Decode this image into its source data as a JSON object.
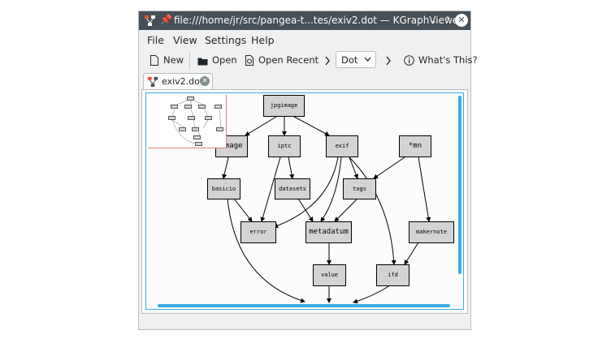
{
  "window": {
    "title": "file:///home/jr/src/pangea-t...tes/exiv2.dot — KGraphViewer",
    "minimize_symbol": "⌄",
    "maximize_symbol": "⌃",
    "close_symbol": "✕"
  },
  "menu": {
    "file": "File",
    "view": "View",
    "settings": "Settings",
    "help": "Help"
  },
  "toolbar": {
    "new_label": "New",
    "open_label": "Open",
    "open_recent_label": "Open Recent",
    "layout_value": "Dot",
    "whats_this_label": "What's This?"
  },
  "tabs": [
    {
      "label": "exiv2.dot"
    }
  ],
  "graph": {
    "nodes": {
      "jpgimage": "jpgimage",
      "image": "image",
      "iptc": "iptc",
      "exif": "exif",
      "mn": "*mn",
      "basicio": "basicio",
      "datasets": "datasets",
      "tags": "tags",
      "error": "error",
      "metadatum": "metadatum",
      "makernote": "makernote",
      "value": "value",
      "ifd": "ifd"
    }
  },
  "colors": {
    "accent": "#3daee9",
    "titlebar": "#475057",
    "node_fill": "#d3d3d3",
    "window_bg": "#eff0f1"
  }
}
